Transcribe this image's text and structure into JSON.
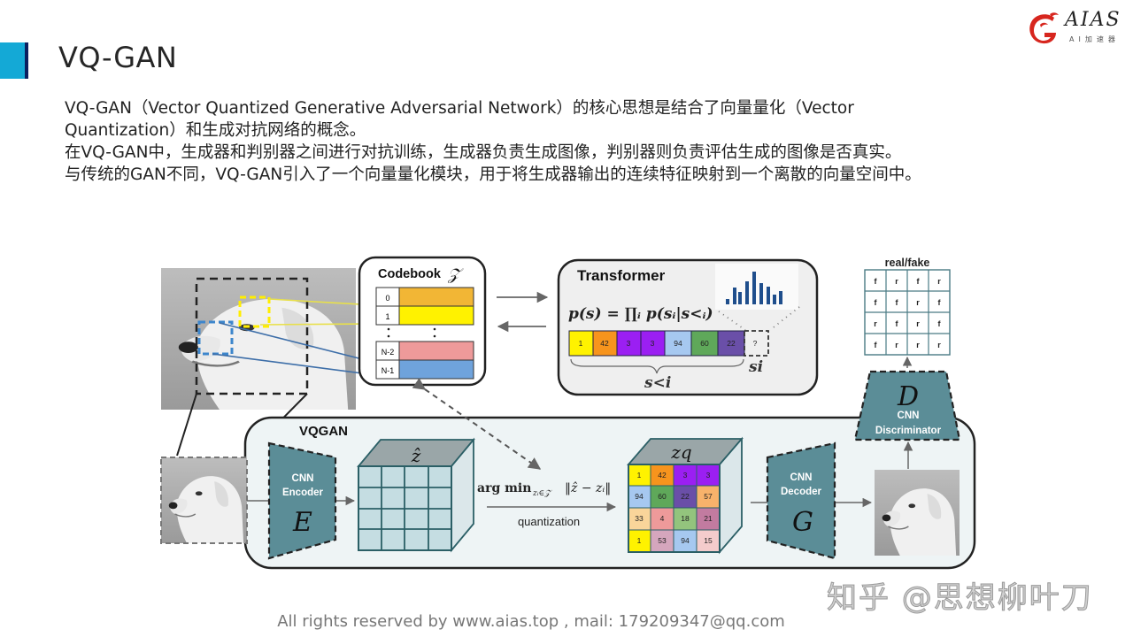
{
  "slide": {
    "title": "VQ-GAN",
    "accent_color": "#14a9d6",
    "accent_dark_color": "#0b2060"
  },
  "logo": {
    "word": "AIAS",
    "subtitle": "AI加速器",
    "icon": "dragon-logo-icon",
    "color": "#d7261e"
  },
  "body": {
    "paragraphs": [
      "VQ-GAN（Vector Quantized Generative Adversarial Network）的核心思想是结合了向量量化（Vector Quantization）和生成对抗网络的概念。",
      "在VQ-GAN中，生成器和判别器之间进行对抗训练，生成器负责生成图像，判别器则负责评估生成的图像是否真实。",
      "与传统的GAN不同，VQ-GAN引入了一个向量量化模块，用于将生成器输出的连续特征映射到一个离散的向量空间中。"
    ]
  },
  "diagram": {
    "codebook": {
      "title": "Codebook",
      "symbol": "𝒵",
      "rows": [
        {
          "index": "0",
          "color": "#f2b635"
        },
        {
          "index": "1",
          "color": "#fff200"
        },
        {
          "index": "N-2",
          "color": "#ee9a9a"
        },
        {
          "index": "N-1",
          "color": "#6fa3dc"
        }
      ]
    },
    "transformer": {
      "title": "Transformer",
      "formula": "p(s) = ∏ᵢ p(sᵢ|s<ᵢ)",
      "sequence": [
        {
          "value": "1",
          "color": "#fff200"
        },
        {
          "value": "42",
          "color": "#f7941d"
        },
        {
          "value": "3",
          "color": "#9b1ff2"
        },
        {
          "value": "3",
          "color": "#9b1ff2"
        },
        {
          "value": "94",
          "color": "#a6c8f0"
        },
        {
          "value": "60",
          "color": "#5fa85a"
        },
        {
          "value": "22",
          "color": "#6a4fa8"
        }
      ],
      "unknown": "?",
      "s_lt_i": "s<i",
      "s_i": "si",
      "histogram": [
        4,
        12,
        10,
        18,
        24,
        16,
        18,
        8,
        12
      ]
    },
    "real_fake": {
      "title": "real/fake",
      "grid": [
        [
          "f",
          "r",
          "f",
          "r"
        ],
        [
          "f",
          "f",
          "r",
          "f"
        ],
        [
          "r",
          "f",
          "r",
          "f"
        ],
        [
          "f",
          "r",
          "r",
          "r"
        ]
      ]
    },
    "discriminator": {
      "letter": "D",
      "line1": "CNN",
      "line2": "Discriminator"
    },
    "encoder": {
      "letter": "E",
      "line1": "CNN",
      "line2": "Encoder"
    },
    "decoder": {
      "letter": "G",
      "line1": "CNN",
      "line2": "Decoder"
    },
    "vqgan_label": "VQGAN",
    "z_hat_label": "ẑ",
    "zq_label": "zq",
    "argmin": "arg min",
    "argmin_sub": "zᵢ∈𝒵",
    "argmin_norm": "‖ẑ − zᵢ‖",
    "quantization": "quantization",
    "zq_grid": [
      [
        {
          "v": "1",
          "c": "#fff200"
        },
        {
          "v": "42",
          "c": "#f7941d"
        },
        {
          "v": "3",
          "c": "#9b1ff2"
        },
        {
          "v": "3",
          "c": "#9b1ff2"
        }
      ],
      [
        {
          "v": "94",
          "c": "#a6c8f0"
        },
        {
          "v": "60",
          "c": "#5fa85a"
        },
        {
          "v": "22",
          "c": "#6a4fa8"
        },
        {
          "v": "57",
          "c": "#f7b26b"
        }
      ],
      [
        {
          "v": "33",
          "c": "#f9d59a"
        },
        {
          "v": "4",
          "c": "#ee9a9a"
        },
        {
          "v": "18",
          "c": "#93c47d"
        },
        {
          "v": "21",
          "c": "#c27ba0"
        }
      ],
      [
        {
          "v": "1",
          "c": "#fff200"
        },
        {
          "v": "53",
          "c": "#d5a6bd"
        },
        {
          "v": "94",
          "c": "#a6c8f0"
        },
        {
          "v": "15",
          "c": "#f4cccc"
        }
      ]
    ],
    "teal": "#5b8d97"
  },
  "footer": {
    "text": "All rights reserved by www.aias.top , mail: 179209347@qq.com"
  },
  "watermark": {
    "text": "知乎 @思想柳叶刀"
  }
}
